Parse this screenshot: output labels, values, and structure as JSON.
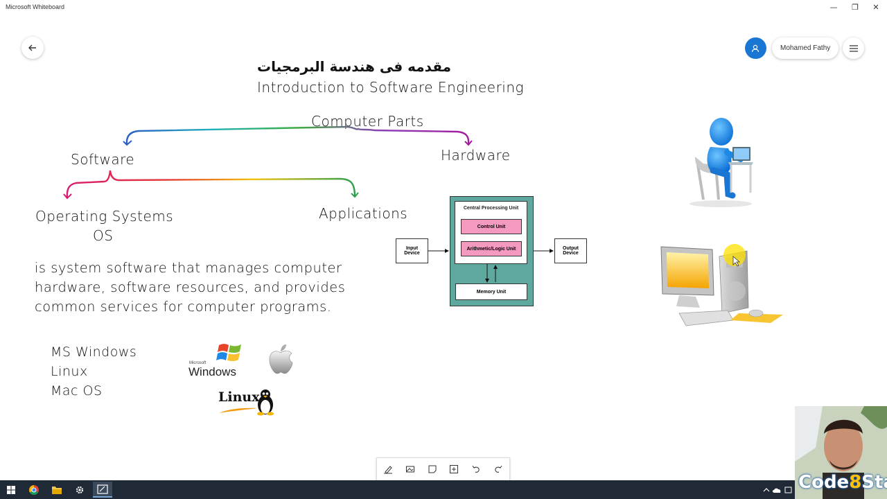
{
  "window": {
    "title": "Microsoft Whiteboard",
    "minimize": "—",
    "restore": "❐",
    "close": "✕"
  },
  "header": {
    "user_name": "Mohamed Fathy"
  },
  "board": {
    "title_arabic": "مقدمه فى هندسة البرمجيات",
    "title_english": "Introduction to Software Engineering",
    "computer_parts": "Computer Parts",
    "software": "Software",
    "hardware": "Hardware",
    "operating_systems": "Operating Systems",
    "os": "OS",
    "applications": "Applications",
    "definition": [
      "is system software that manages computer",
      "hardware, software resources, and provides",
      "common services for computer programs."
    ],
    "os_list": [
      "MS Windows",
      "Linux",
      "Mac OS"
    ],
    "logo_windows_small": "Microsoft",
    "logo_windows": "Windows",
    "logo_linux": "Linux"
  },
  "diagram": {
    "cpu": "Central Processing Unit",
    "control_unit": "Control Unit",
    "alu": "Arithmetic/Logic Unit",
    "memory_unit": "Memory Unit",
    "input_device": [
      "Input",
      "Device"
    ],
    "output_device": [
      "Output",
      "Device"
    ]
  },
  "colors": {
    "accent": "#1976d2",
    "diagram_teal": "#5fa8a0",
    "diagram_pink": "#f49ac1",
    "taskbar": "#1f2a36"
  },
  "watermark": {
    "left": "Code",
    "mid": "8",
    "right": "Start"
  },
  "toolbar_icons": [
    "pen-icon",
    "image-icon",
    "note-icon",
    "add-icon",
    "undo-icon",
    "redo-icon"
  ]
}
